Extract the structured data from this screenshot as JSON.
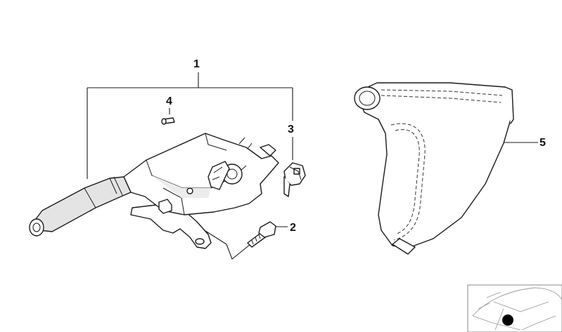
{
  "callouts": {
    "c1": "1",
    "c2": "2",
    "c3": "3",
    "c4": "4",
    "c5": "5"
  },
  "colors": {
    "line": "#1a1a1a",
    "grip_fill": "#e4e4e4",
    "thumbnail_stroke": "#8a8a8a",
    "marker": "#000000"
  }
}
